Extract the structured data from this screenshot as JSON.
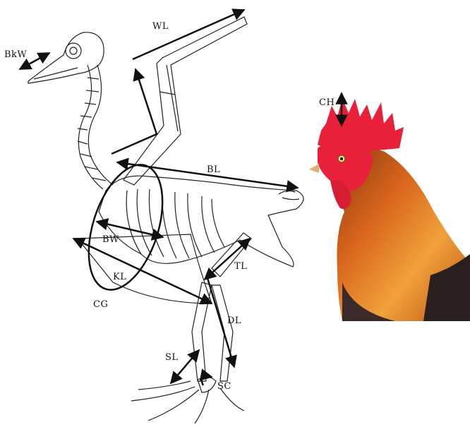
{
  "labels": {
    "bkw": "BkW",
    "wl": "WL",
    "ch": "CH",
    "bl": "BL",
    "bw": "BW",
    "kl": "KL",
    "cg": "CG",
    "tl": "TL",
    "dl": "DL",
    "sl": "SL",
    "sc": "SC"
  },
  "colors": {
    "line": "#111111",
    "comb": "#e8203a",
    "hackle": "#d9661c",
    "breast": "#3a2a2a"
  }
}
